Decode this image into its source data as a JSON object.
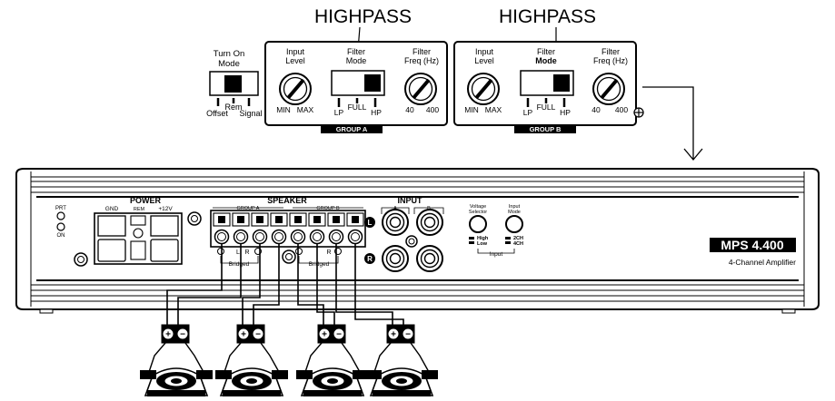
{
  "callouts": {
    "left": "HIGHPASS",
    "right": "HIGHPASS"
  },
  "turn_on_mode": {
    "title_line1": "Turn On",
    "title_line2": "Mode",
    "options": [
      "Offset",
      "Rem",
      "Signal"
    ]
  },
  "panel_a": {
    "group_label": "GROUP A",
    "input_level_line1": "Input",
    "input_level_line2": "Level",
    "min": "MIN",
    "max": "MAX",
    "filter_mode_line1": "Filter",
    "filter_mode_line2": "Mode",
    "modes": [
      "LP",
      "FULL",
      "HP"
    ],
    "freq_line1": "Filter",
    "freq_line2": "Freq (Hz)",
    "freq_min": "40",
    "freq_max": "400"
  },
  "panel_b": {
    "group_label": "GROUP B",
    "input_level_line1": "Input",
    "input_level_line2": "Level",
    "min": "MIN",
    "max": "MAX",
    "filter_mode_line1": "Filter",
    "filter_mode_line2": "Mode",
    "modes": [
      "LP",
      "FULL",
      "HP"
    ],
    "freq_line1": "Filter",
    "freq_line2": "Freq (Hz)",
    "freq_min": "40",
    "freq_max": "400"
  },
  "amp": {
    "prt": "PRT",
    "on": "ON",
    "power_label": "POWER",
    "gnd": "GND",
    "rem": "REM",
    "plus12": "+12V",
    "speaker_label": "SPEAKER",
    "group_a": "GROUP A",
    "group_b": "GROUP B",
    "l": "L",
    "r": "R",
    "bridged": "Bridged",
    "input_label": "INPUT",
    "in_a": "A",
    "in_b": "B",
    "side_l": "L",
    "side_r": "R",
    "voltage_line1": "Voltage",
    "voltage_line2": "Selector",
    "high": "High",
    "low": "Low",
    "mode_line1": "Input",
    "mode_line2": "Mode",
    "ch2": "2CH",
    "ch4": "4CH",
    "input_bottom": "Input",
    "model": "MPS 4.400",
    "subtitle": "4-Channel Amplifier"
  },
  "terminal_signs": [
    "+",
    "−"
  ]
}
